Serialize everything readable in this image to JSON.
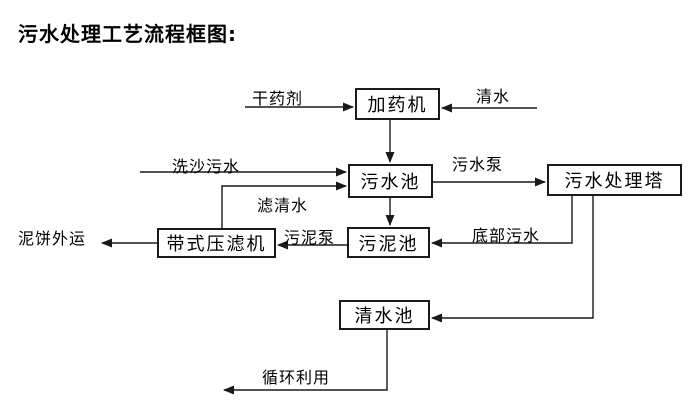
{
  "title": "污水处理工艺流程框图:",
  "diagram": {
    "nodes": [
      {
        "id": "dosing-machine",
        "label": "加药机"
      },
      {
        "id": "sewage-pool",
        "label": "污水池"
      },
      {
        "id": "sewage-treatment-tower",
        "label": "污水处理塔"
      },
      {
        "id": "sludge-pool",
        "label": "污泥池"
      },
      {
        "id": "belt-filter-press",
        "label": "带式压滤机"
      },
      {
        "id": "clear-water-pool",
        "label": "清水池"
      }
    ],
    "edge_labels": [
      {
        "id": "dry-agent",
        "label": "干药剂"
      },
      {
        "id": "clear-water-in",
        "label": "清水"
      },
      {
        "id": "sand-washing-sewage",
        "label": "洗沙污水"
      },
      {
        "id": "sewage-pump",
        "label": "污水泵"
      },
      {
        "id": "filtered-water",
        "label": "滤清水"
      },
      {
        "id": "sludge-pump",
        "label": "污泥泵"
      },
      {
        "id": "bottom-sewage",
        "label": "底部污水"
      },
      {
        "id": "mud-cake-outbound",
        "label": "泥饼外运"
      },
      {
        "id": "recycle-reuse",
        "label": "循环利用"
      }
    ]
  },
  "colors": {
    "line": "#1a1a1a",
    "text": "#000000",
    "background": "#ffffff"
  }
}
